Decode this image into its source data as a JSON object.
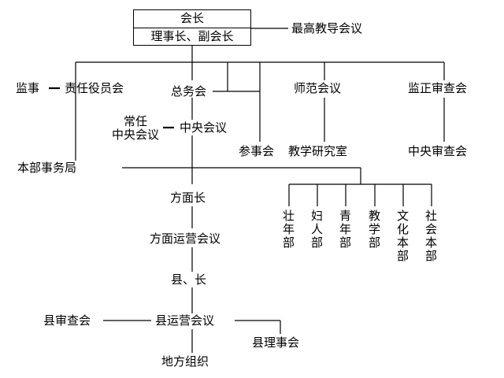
{
  "top_box": {
    "president": "会长",
    "vice": "理事长、副会长"
  },
  "supreme_council": "最高教导会议",
  "supervisor": "监事",
  "committee": "责任役员会",
  "general_affairs": "总务会",
  "normal_member": "常任",
  "central_member": "中央会议",
  "central_council": "中央会议",
  "normal_committee_prefix_dash": "—",
  "teacher_council": "师范会议",
  "inspection_council": "监正审查会",
  "counselor": "参事会",
  "research": "教学研究室",
  "central_review": "中央审查会",
  "headquarters": "本部事务局",
  "departments": [
    "壮年部",
    "妇人部",
    "青年部",
    "教学部",
    "文化本部",
    "社会本部"
  ],
  "regional_chief": "方面长",
  "regional_council": "方面运营会议",
  "county_chief": "县、长",
  "county_review": "县审查会",
  "county_council": "县运营会议",
  "county_board": "县理事会",
  "local_org": "地方组织"
}
